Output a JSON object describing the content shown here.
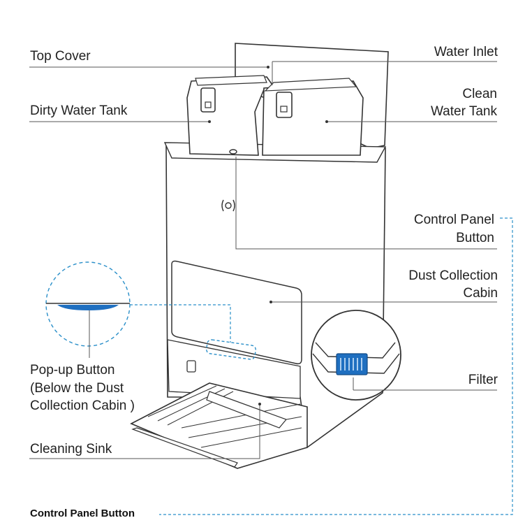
{
  "labels": {
    "top_cover": "Top Cover",
    "water_inlet": "Water Inlet",
    "clean_water_tank_l1": "Clean",
    "clean_water_tank_l2": "Water Tank",
    "dirty_water_tank": "Dirty Water Tank",
    "control_panel_button_l1": "Control Panel",
    "control_panel_button_l2": "Button",
    "dust_collection_cabin_l1": "Dust Collection",
    "dust_collection_cabin_l2": "Cabin",
    "popup_button_l1": "Pop-up Button",
    "popup_button_l2": "(Below the Dust",
    "popup_button_l3": "Collection Cabin )",
    "filter": "Filter",
    "cleaning_sink": "Cleaning Sink"
  },
  "footer": {
    "title": "Control Panel Button"
  },
  "colors": {
    "line": "#333333",
    "accent": "#2a8fc9",
    "blue_part": "#1f6fc0",
    "callout_line": "#555555"
  }
}
